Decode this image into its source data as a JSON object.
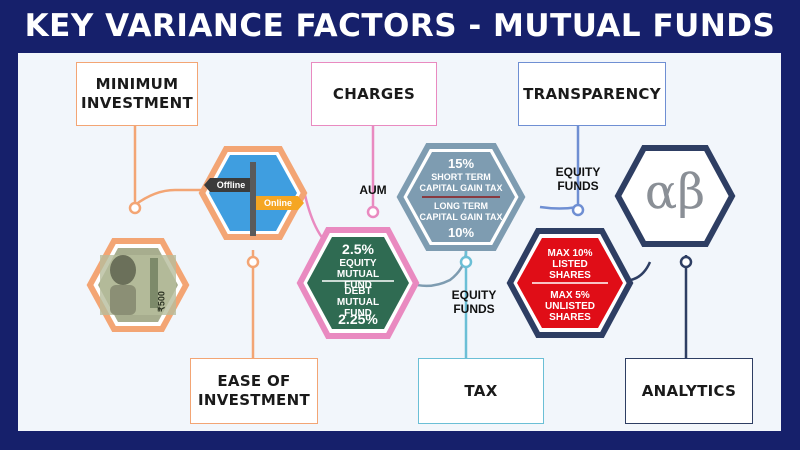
{
  "title": "KEY VARIANCE FACTORS - MUTUAL FUNDS",
  "boxes": {
    "minimum_investment": "MINIMUM INVESTMENT",
    "charges": "CHARGES",
    "transparency": "TRANSPARENCY",
    "ease_of_investment": "EASE OF INVESTMENT",
    "tax": "TAX",
    "analytics": "ANALYTICS"
  },
  "connector_labels": {
    "aum": "AUM",
    "equity_funds_top": "EQUITY FUNDS",
    "equity_funds_mid": "EQUITY FUNDS"
  },
  "signpost": {
    "offline": "Offline",
    "online": "Online"
  },
  "banknote": {
    "value": "₹500"
  },
  "charges_hex": {
    "equity_pct": "2.5%",
    "equity_label": "EQUITY MUTUAL FUND",
    "debt_label": "DEBT MUTUAL FUND",
    "debt_pct": "2.25%"
  },
  "tax_hex": {
    "short_pct": "15%",
    "short_label": "SHORT TERM CAPITAL GAIN TAX",
    "long_label": "LONG TERM CAPITAL GAIN TAX",
    "long_pct": "10%"
  },
  "transparency_hex": {
    "listed": "MAX 10% LISTED SHARES",
    "unlisted": "MAX 5% UNLISTED SHARES"
  },
  "analytics_hex": {
    "symbols": "αβ"
  },
  "colors": {
    "background": "#16206b",
    "panel": "#f2f6fb",
    "orange": "#f3a574",
    "pink": "#e98ac0",
    "blue": "#6f8fd3",
    "teal": "#6bbfd6",
    "navy": "#2e3e63",
    "green_hex": "#2f6b52",
    "grey_hex": "#7e9cb1",
    "red_hex": "#e00d17",
    "sky_hex": "#3f9ee0"
  }
}
